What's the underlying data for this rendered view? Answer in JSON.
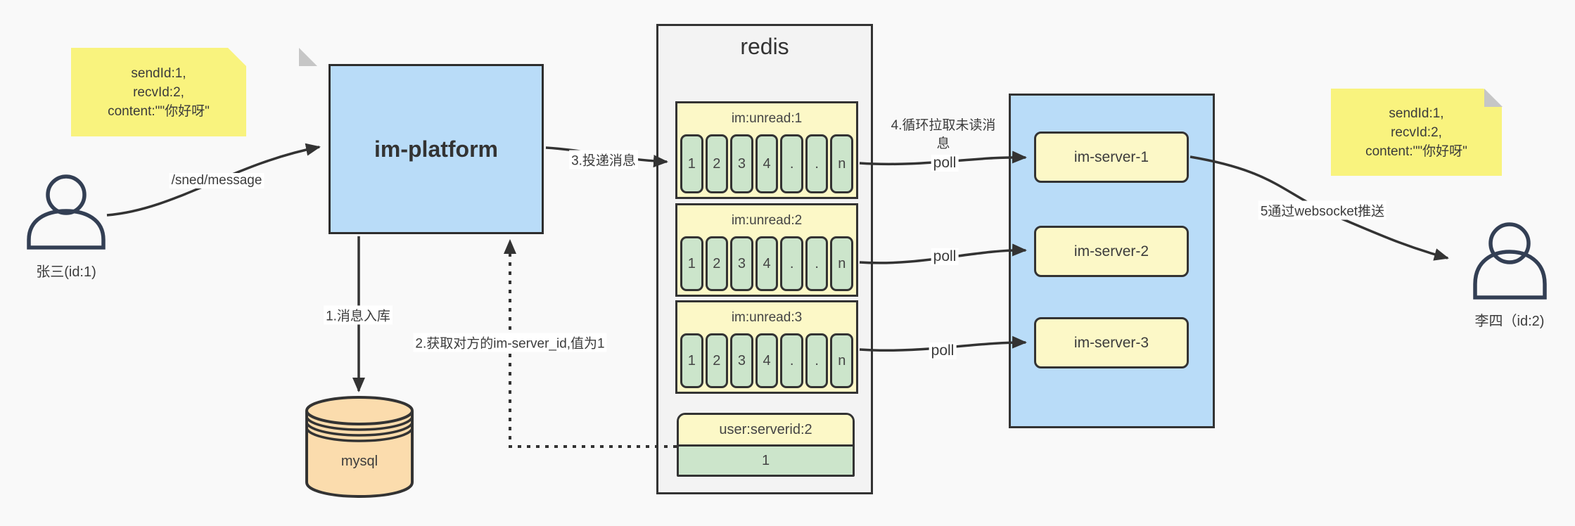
{
  "notes": {
    "sender": {
      "line1": "sendId:1,",
      "line2": "recvId:2,",
      "line3": "content:\"\"你好呀\""
    },
    "receiver": {
      "line1": "sendId:1,",
      "line2": "recvId:2,",
      "line3": "content:\"\"你好呀\""
    }
  },
  "actors": {
    "sender_label": "张三(id:1)",
    "receiver_label": "李四（id:2)"
  },
  "platform": {
    "label": "im-platform"
  },
  "database": {
    "label": "mysql"
  },
  "redis": {
    "title": "redis",
    "queues": [
      {
        "title": "im:unread:1",
        "cells": [
          "1",
          "2",
          "3",
          "4",
          ".",
          ".",
          "n"
        ]
      },
      {
        "title": "im:unread:2",
        "cells": [
          "1",
          "2",
          "3",
          "4",
          ".",
          ".",
          "n"
        ]
      },
      {
        "title": "im:unread:3",
        "cells": [
          "1",
          "2",
          "3",
          "4",
          ".",
          ".",
          "n"
        ]
      }
    ],
    "mapping": {
      "key": "user:serverid:2",
      "value": "1"
    }
  },
  "servers": {
    "s1": "im-server-1",
    "s2": "im-server-2",
    "s3": "im-server-3"
  },
  "labels": {
    "send_api": "/sned/message",
    "step1": "1.消息入库",
    "step2": "2.获取对方的im-server_id,值为1",
    "step3": "3.投递消息",
    "step4_line1": "4.循环拉取未读消",
    "step4_line2": "息",
    "poll1": "poll",
    "poll2": "poll",
    "poll3": "poll",
    "step5": "5通过websocket推送"
  },
  "colors": {
    "container_blue": "#b9dcf8",
    "sticky_yellow": "#f9f37e",
    "block_yellow": "#fcf8c7",
    "cell_green": "#cce5cb",
    "mysql_peach": "#fbdcad",
    "redis_gray": "#f3f3f3",
    "line_dark": "#333333",
    "person_navy": "#333f54"
  }
}
